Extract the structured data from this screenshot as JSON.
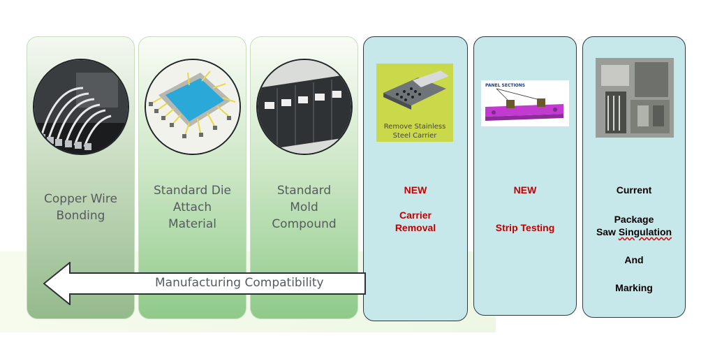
{
  "green_steps": [
    {
      "line1": "Copper Wire",
      "line2": "Bonding",
      "line3": "",
      "image": "copper-wire-bond-photo"
    },
    {
      "line1": "Standard Die",
      "line2": "Attach",
      "line3": "Material",
      "image": "die-attach-photo"
    },
    {
      "line1": "Standard",
      "line2": "Mold",
      "line3": "Compound",
      "image": "mold-compound-photo"
    }
  ],
  "arrow": {
    "label": "Manufacturing Compatibility"
  },
  "new_steps": [
    {
      "tag": "NEW",
      "line1": "Carrier",
      "line2": "Removal",
      "image_caption_1": "Remove Stainless",
      "image_caption_2": "Steel Carrier"
    },
    {
      "tag": "NEW",
      "line1": "Strip Testing",
      "image_caption": "PANEL SECTIONS"
    }
  ],
  "current_step": {
    "tag": "Current",
    "line1": "Package",
    "line2_a": "Saw ",
    "line2_b": "Singulation",
    "line3": "And",
    "line4": "Marking"
  },
  "colors": {
    "new_text": "#c00000",
    "blue_card": "#c7e8ea",
    "green_card": "#8fca8a"
  }
}
